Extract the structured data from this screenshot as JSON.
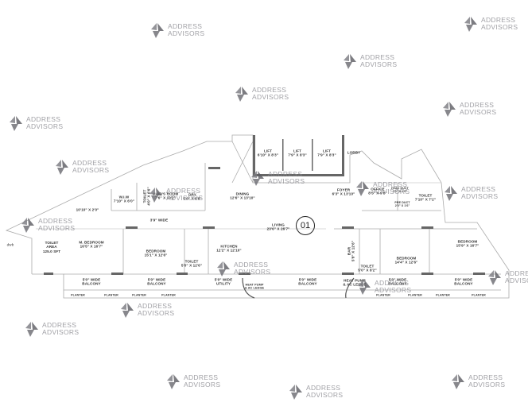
{
  "unit_number": "01",
  "watermark": {
    "line1": "ADDRESS",
    "line2": "ADVISORS"
  },
  "rooms": {
    "lift1": {
      "name": "LIFT",
      "size": "6'10\" X 8'3\""
    },
    "lift2": {
      "name": "LIFT",
      "size": "7'9\" X 8'3\""
    },
    "lift3": {
      "name": "LIFT",
      "size": "7'9\" X 8'3\""
    },
    "lobby": {
      "name": "LOBBY"
    },
    "dining": {
      "name": "DINING",
      "size": "12'6\" X 13'10\""
    },
    "wiw": {
      "name": "W.I.W",
      "size": "7'10\" X 6'0\""
    },
    "toilet_maid": {
      "name": "TOILET",
      "size": "4'0\" X 6'6\""
    },
    "maids_room": {
      "name": "MAID'S ROOM",
      "size": "7'6\" X 10'2\""
    },
    "dry": {
      "name": "DRY",
      "size": "5'0\" X 8'8\""
    },
    "passage_mbr": {
      "size": "10'10\" X 2'0\""
    },
    "passage": {
      "name": "3'9\" WIDE"
    },
    "living": {
      "name": "LIVING",
      "size": "23'6\" X 26'7\""
    },
    "m_bedroom": {
      "name": "M. BEDROOM",
      "size": "16'5\" X 16'7\""
    },
    "toilet_area": {
      "name": "TOILET",
      "line2": "AREA",
      "size": "125.0 SFT"
    },
    "dwb": {
      "name": "dwb"
    },
    "bedroom1": {
      "name": "BEDROOM",
      "size": "15'1\" X 12'6\""
    },
    "kitchen": {
      "name": "KITCHEN",
      "size": "12'2\" X 12'10\""
    },
    "toilet_b1": {
      "name": "TOILET",
      "size": "5'0\" X 12'6\""
    },
    "bar": {
      "name": "BAR",
      "size": "5'8\" X 12'6\""
    },
    "toilet_b2": {
      "name": "TOILET",
      "size": "5'0\" X 8'2\""
    },
    "bedroom2": {
      "name": "BEDROOM",
      "size": "14'4\" X 12'6\""
    },
    "bedroom3": {
      "name": "BEDROOM",
      "size": "15'9\" X 16'7\""
    },
    "foyer": {
      "name": "FOYER",
      "size": "6'3\" X 13'10\""
    },
    "office": {
      "name": "OFFICE",
      "size": "8'5\" X 9'8\""
    },
    "toilet_b3": {
      "name": "TOILET",
      "size": "7'10\" X 7'2\""
    },
    "pre_duct": {
      "name": "PRE DUCT",
      "size": "2'0\" X 1'6\""
    },
    "hvac_duct": {
      "name": "HVAC DUCT",
      "size": "2'0\" X 1'6\""
    },
    "balcony1": {
      "name": "5'0\" WIDE",
      "line2": "BALCONY"
    },
    "balcony2": {
      "name": "5'0\" WIDE",
      "line2": "BALCONY"
    },
    "utility": {
      "name": "5'0\" WIDE",
      "line2": "UTILITY"
    },
    "heat_pump1": {
      "name": "HEAT PUMP",
      "line2": "& AC LEDGE"
    },
    "balcony3": {
      "name": "5'0\" WIDE",
      "line2": "BALCONY"
    },
    "heat_pump2": {
      "name": "HEAT PUMP",
      "line2": "& AC LEDGE"
    },
    "balcony4": {
      "name": "5'0\" WIDE",
      "line2": "BALCONY"
    },
    "balcony5": {
      "name": "5'0\" WIDE",
      "line2": "BALCONY"
    }
  },
  "planter_label": "PLANTER"
}
